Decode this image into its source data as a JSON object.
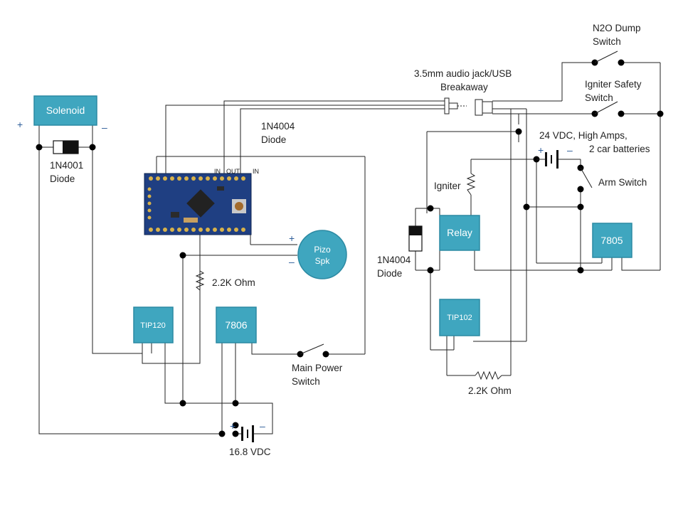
{
  "components": {
    "solenoid": "Solenoid",
    "relay": "Relay",
    "tip120": "TIP120",
    "tip102": "TIP102",
    "reg_7806": "7806",
    "reg_7805": "7805",
    "piezo_line1": "Pizo",
    "piezo_line2": "Spk"
  },
  "labels": {
    "diode_1n4001": [
      "1N4001",
      "Diode"
    ],
    "diode_1n4004_top": [
      "1N4004",
      "Diode"
    ],
    "diode_1n4004_right": [
      "1N4004",
      "Diode"
    ],
    "resistor_left": "2.2K Ohm",
    "resistor_right": "2.2K Ohm",
    "battery_left": "16.8 VDC",
    "battery_right": [
      "24 VDC, High Amps,",
      "2 car batteries"
    ],
    "main_power_switch": [
      "Main Power",
      "Switch"
    ],
    "audio_jack": [
      "3.5mm  audio jack/USB",
      "Breakaway"
    ],
    "n2o_switch": [
      "N2O Dump",
      "Switch"
    ],
    "igniter_safety_switch": [
      "Igniter Safety",
      "Switch"
    ],
    "arm_switch": "Arm Switch",
    "igniter": "Igniter",
    "pin_in_1": "IN",
    "pin_out": "OUT",
    "pin_in_2": "IN"
  },
  "polarity": {
    "plus": "+",
    "minus": "–"
  },
  "colors": {
    "component_fill": "#3fa6bf",
    "component_stroke": "#2c8aa3",
    "wire": "#222222",
    "board": "#1f3f82",
    "polarity": "#2e5e9a"
  }
}
